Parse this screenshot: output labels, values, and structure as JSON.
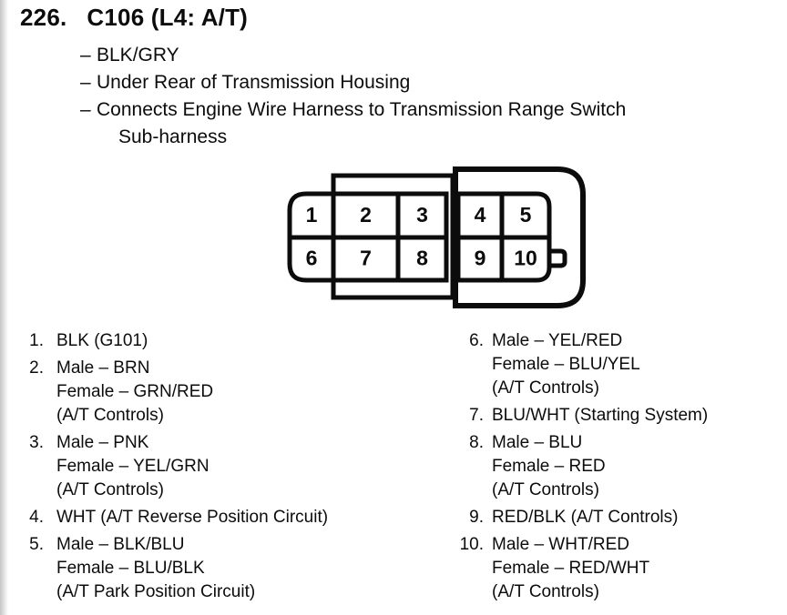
{
  "header": {
    "number": "226.",
    "title": "C106 (L4: A/T)",
    "notes": [
      {
        "dash": "–",
        "text": "BLK/GRY"
      },
      {
        "dash": "–",
        "text": "Under Rear of Transmission Housing"
      },
      {
        "dash": "–",
        "text": "Connects Engine Wire Harness to Transmission Range Switch"
      },
      {
        "dash": "",
        "text": "Sub-harness"
      }
    ]
  },
  "connector": {
    "pins": [
      "1",
      "2",
      "3",
      "4",
      "5",
      "6",
      "7",
      "8",
      "9",
      "10"
    ]
  },
  "pin_list": {
    "left": [
      {
        "num": "1.",
        "lines": [
          "BLK (G101)"
        ]
      },
      {
        "num": "2.",
        "lines": [
          "Male – BRN",
          "Female – GRN/RED",
          "(A/T Controls)"
        ]
      },
      {
        "num": "3.",
        "lines": [
          "Male – PNK",
          "Female – YEL/GRN",
          "(A/T Controls)"
        ]
      },
      {
        "num": "4.",
        "lines": [
          "WHT (A/T Reverse Position Circuit)"
        ]
      },
      {
        "num": "5.",
        "lines": [
          "Male – BLK/BLU",
          "Female – BLU/BLK",
          "(A/T Park Position Circuit)"
        ]
      }
    ],
    "right": [
      {
        "num": "6.",
        "lines": [
          "Male – YEL/RED",
          "Female – BLU/YEL",
          "(A/T Controls)"
        ]
      },
      {
        "num": "7.",
        "lines": [
          "BLU/WHT (Starting System)"
        ]
      },
      {
        "num": "8.",
        "lines": [
          "Male – BLU",
          "Female – RED",
          "(A/T Controls)"
        ]
      },
      {
        "num": "9.",
        "lines": [
          "RED/BLK (A/T Controls)"
        ]
      },
      {
        "num": "10.",
        "lines": [
          "Male – WHT/RED",
          "Female – RED/WHT",
          "(A/T Controls)"
        ]
      }
    ]
  },
  "colors": {
    "ink": "#0c0c0c",
    "paper": "#ffffff"
  }
}
